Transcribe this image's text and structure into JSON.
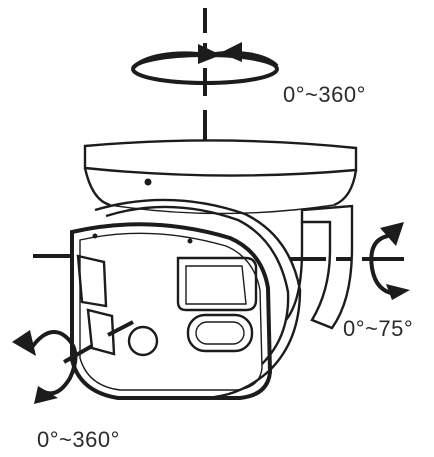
{
  "labels": {
    "pan": "0°~360°",
    "tilt": "0°~75°",
    "rotate": "0°~360°"
  },
  "colors": {
    "line": "#1c1c1c",
    "label": "#2b2b2b",
    "background": "#ffffff"
  },
  "icons": {
    "pan_arrow": "curved-rotation-arrow-icon",
    "tilt_arrow": "curved-rotation-arrow-icon",
    "rotate_arrow": "curved-rotation-arrow-icon"
  }
}
